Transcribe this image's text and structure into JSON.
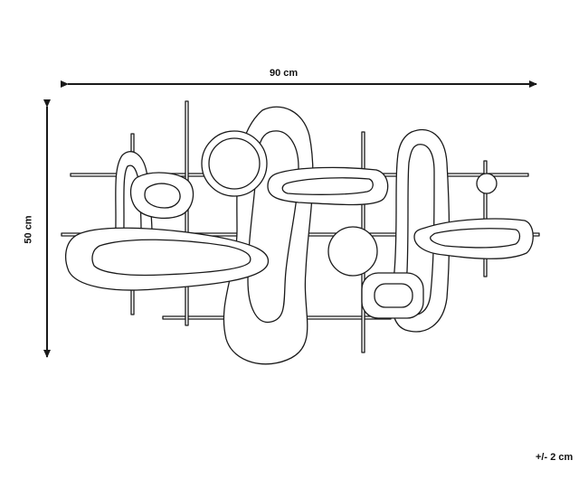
{
  "dimensions": {
    "width_label": "90 cm",
    "height_label": "50 cm",
    "tolerance_label": "+/- 2 cm"
  },
  "colors": {
    "line": "#1a1a1a",
    "background": "#ffffff"
  },
  "icons": {
    "arrow": "arrowhead-icon"
  }
}
